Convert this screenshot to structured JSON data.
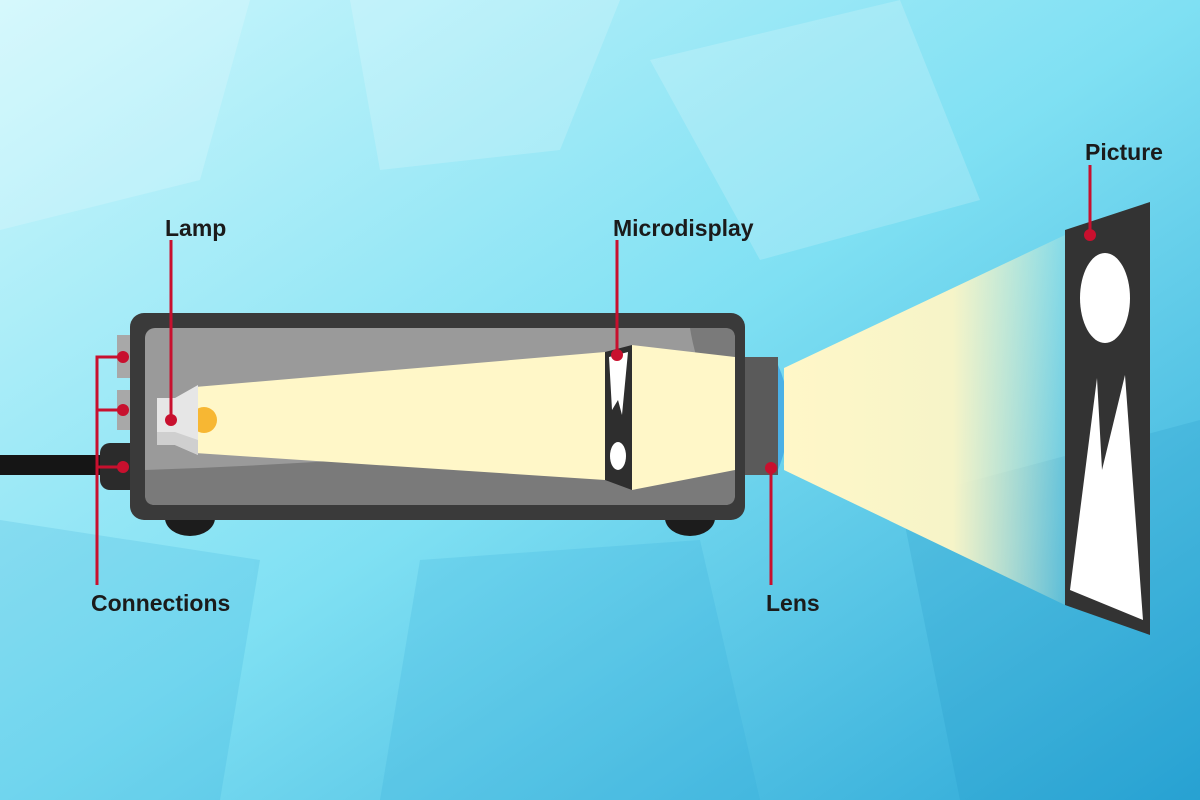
{
  "labels": {
    "lamp": "Lamp",
    "microdisplay": "Microdisplay",
    "picture": "Picture",
    "connections": "Connections",
    "lens": "Lens"
  },
  "colors": {
    "leader": "#c8102e",
    "beam": "#fff7c8",
    "body": "#3a3a3a",
    "lens": "#4ab0e6"
  }
}
